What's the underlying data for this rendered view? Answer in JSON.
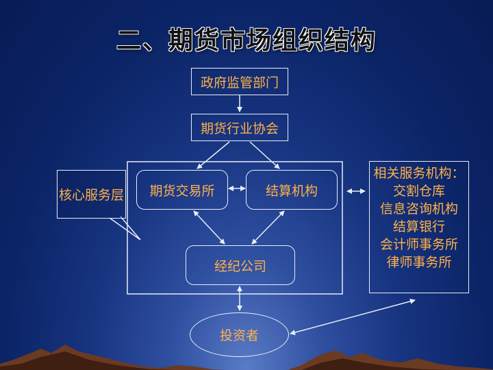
{
  "slide": {
    "title": "二、期货市场组织结构",
    "nodes": {
      "regulator": "政府监管部门",
      "association": "期货行业协会",
      "exchange": "期货交易所",
      "clearing": "结算机构",
      "broker": "经纪公司",
      "investor": "投资者",
      "core_callout": "核心服务层"
    },
    "services": {
      "heading": "相关服务机构：",
      "items": [
        "交割仓库",
        "信息咨询机构",
        "结算银行",
        "会计师事务所",
        "律师事务所"
      ]
    }
  }
}
